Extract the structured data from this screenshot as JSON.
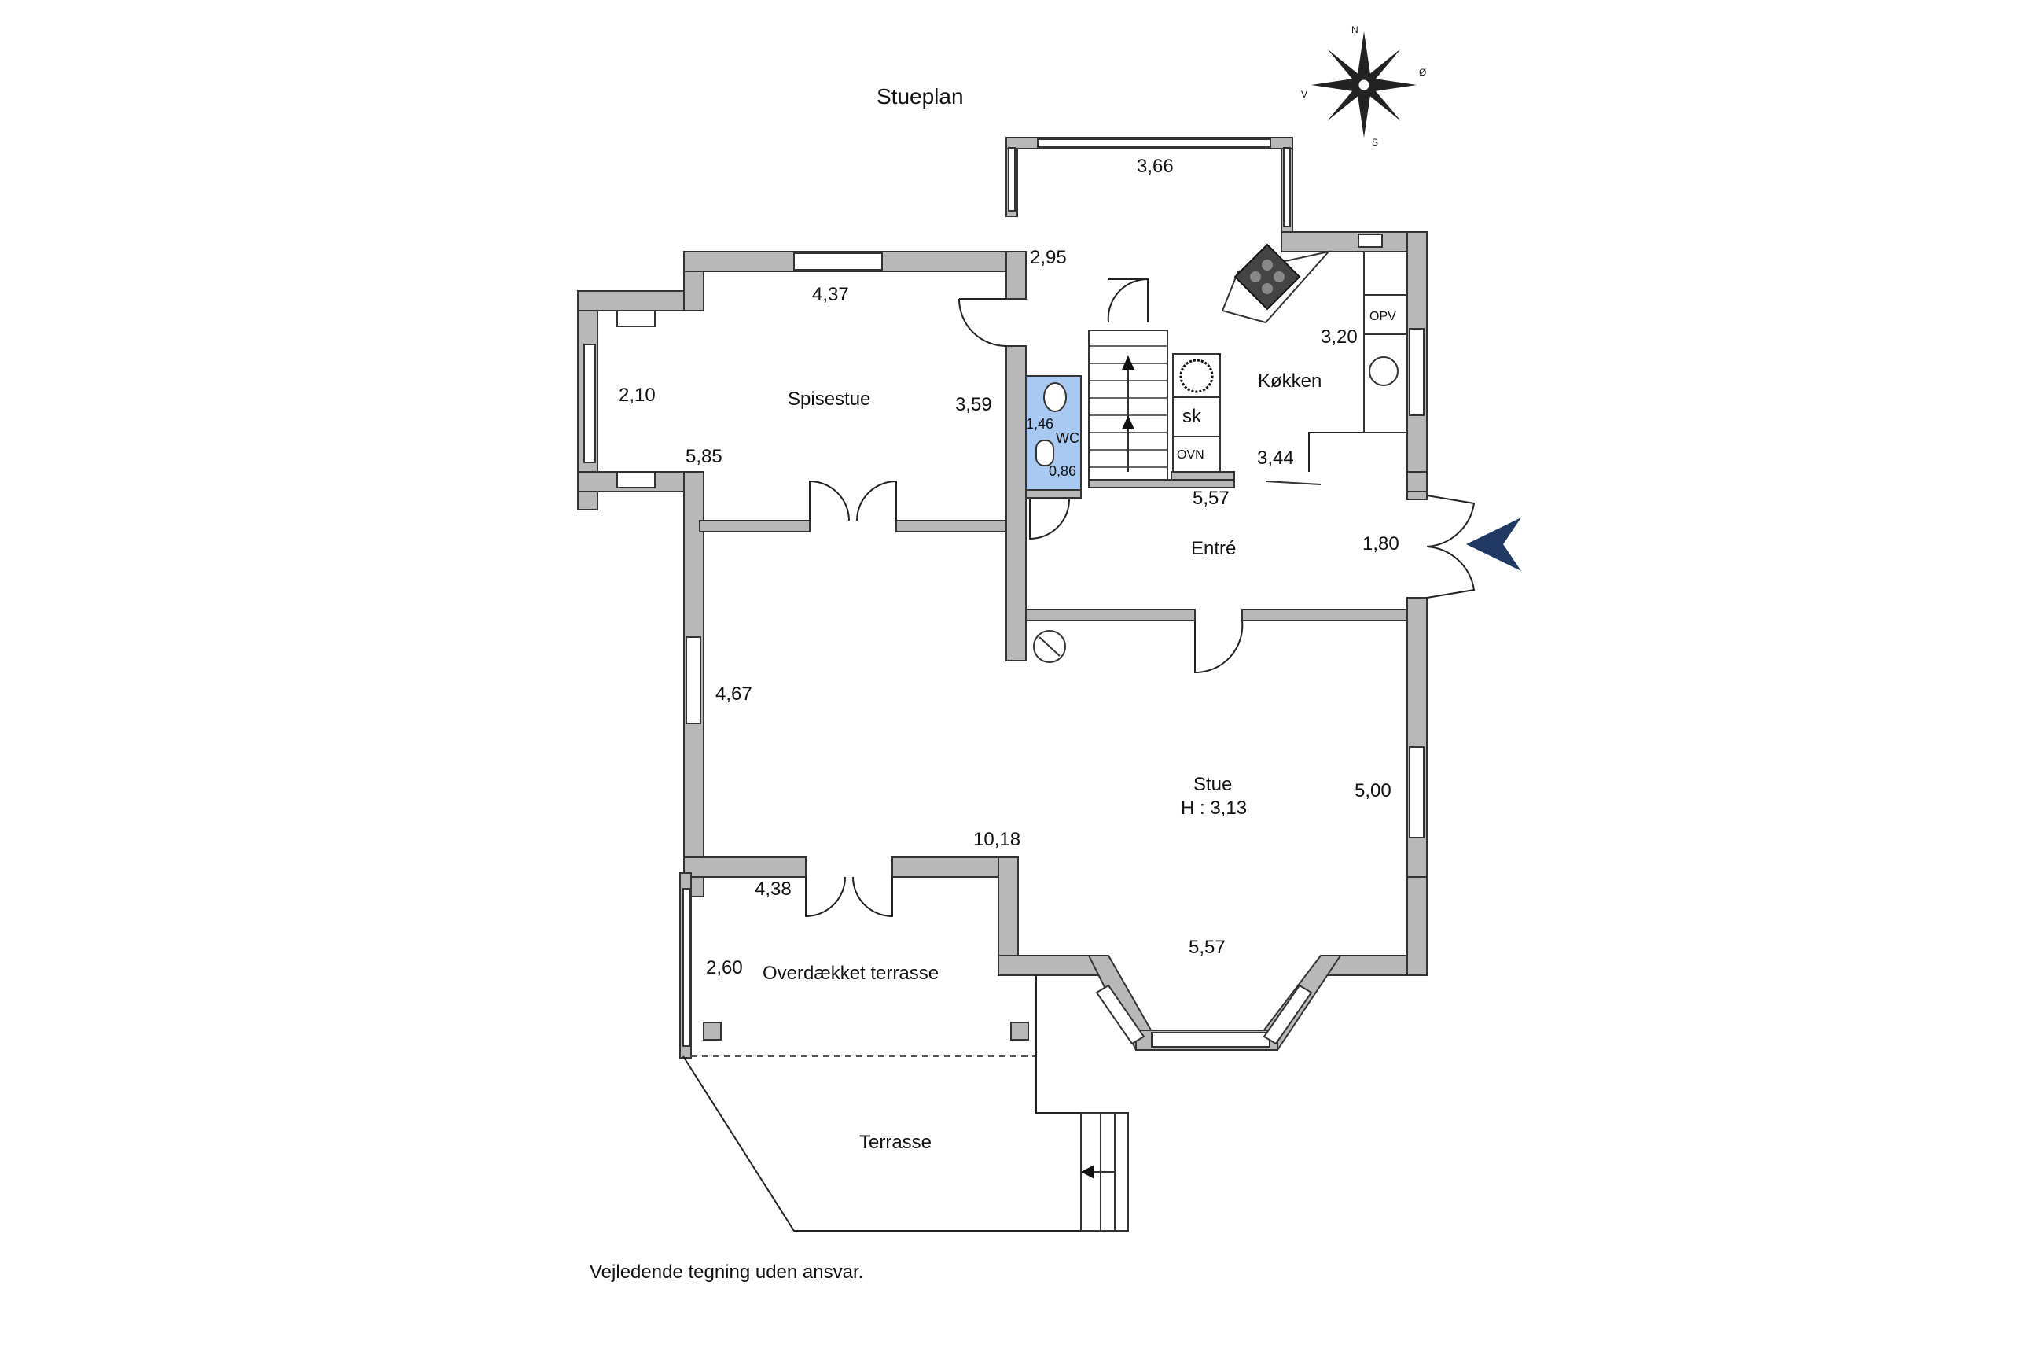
{
  "title": "Stueplan",
  "disclaimer": "Vejledende tegning uden ansvar.",
  "compass": {
    "n": "N",
    "s": "S",
    "v": "V",
    "o": "Ø"
  },
  "rooms": {
    "spisestue": "Spisestue",
    "kokken": "Køkken",
    "entre": "Entré",
    "wc": "WC",
    "stue": "Stue",
    "stue_height": "H : 3,13",
    "overdaekket": "Overdækket terrasse",
    "terrasse": "Terrasse"
  },
  "fixtures": {
    "sk": "sk",
    "ovn": "OVN",
    "opv": "OPV"
  },
  "dimensions": {
    "d366": "3,66",
    "d295": "2,95",
    "d437": "4,37",
    "d210": "2,10",
    "d585": "5,85",
    "d359": "3,59",
    "d146": "1,46",
    "d086": "0,86",
    "d320": "3,20",
    "d344": "3,44",
    "d557a": "5,57",
    "d180": "1,80",
    "d467": "4,67",
    "d500": "5,00",
    "d1018": "10,18",
    "d438": "4,38",
    "d260": "2,60",
    "d557b": "5,57"
  },
  "colors": {
    "wall": "#b8b8b8",
    "wc": "#a9c8f2",
    "entrance_arrow": "#1f3864"
  }
}
